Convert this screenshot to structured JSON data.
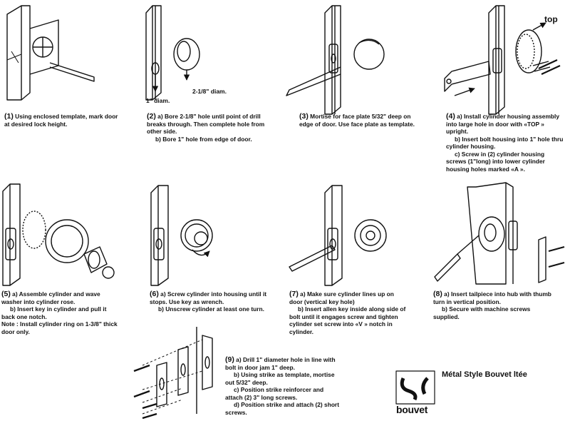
{
  "labels": {
    "diam_large": "2-1/8\" diam.",
    "diam_small": "1\" diam.",
    "top": "top"
  },
  "steps": [
    {
      "num": "(1)",
      "lines": [
        "Using enclosed template, mark door",
        "at desired lock height."
      ]
    },
    {
      "num": "(2)",
      "lines": [
        "a) Bore 2-1/8\" hole until point of drill",
        "breaks through. Then complete hole from",
        "other side.",
        "b) Bore 1\" hole from edge of door."
      ]
    },
    {
      "num": "(3)",
      "lines": [
        "Mortise for face plate 5/32\" deep on",
        "edge of door. Use face plate as template."
      ]
    },
    {
      "num": "(4)",
      "lines": [
        "a) Install cylinder housing assembly",
        "into large hole in door with «TOP »",
        "upright.",
        "b) Insert bolt housing into 1\" hole thru",
        "cylinder housing.",
        "c) Screw in (2) cylinder housing",
        "screws (1\"long) into lower cylinder",
        "housing holes marked «A »."
      ]
    },
    {
      "num": "(5)",
      "lines": [
        "a) Assemble cylinder and wave",
        "washer into cylinder rose.",
        "b) Insert key in cylinder and pull it",
        "back one notch.",
        "Note : Install cylinder ring on 1-3/8\" thick",
        "door only."
      ]
    },
    {
      "num": "(6)",
      "lines": [
        "a) Screw cylinder into housing until it",
        "stops. Use key as wrench.",
        "b) Unscrew cylinder at least one turn."
      ]
    },
    {
      "num": "(7)",
      "lines": [
        "a) Make sure cylinder lines up on",
        "door (vertical key hole)",
        "b) Insert allen key inside along side of",
        "bolt until it engages screw and tighten",
        "cylinder set screw into «V » notch in",
        "cylinder."
      ]
    },
    {
      "num": "(8)",
      "lines": [
        "a) Insert tailpiece into hub with thumb",
        "turn in vertical position.",
        "b) Secure with machine screws",
        "supplied."
      ]
    },
    {
      "num": "(9)",
      "lines": [
        "a) Drill 1\" diameter hole in line with",
        "bolt in door jam 1\" deep.",
        "b) Using strike as template, mortise",
        "out 5/32\" deep.",
        "c) Position strike reinforcer and",
        "attach (2) 3\" long screws.",
        "d) Position strike and attach (2) short",
        "screws."
      ]
    }
  ],
  "company": "Métal Style Bouvet ltée",
  "brand": "bouvet"
}
